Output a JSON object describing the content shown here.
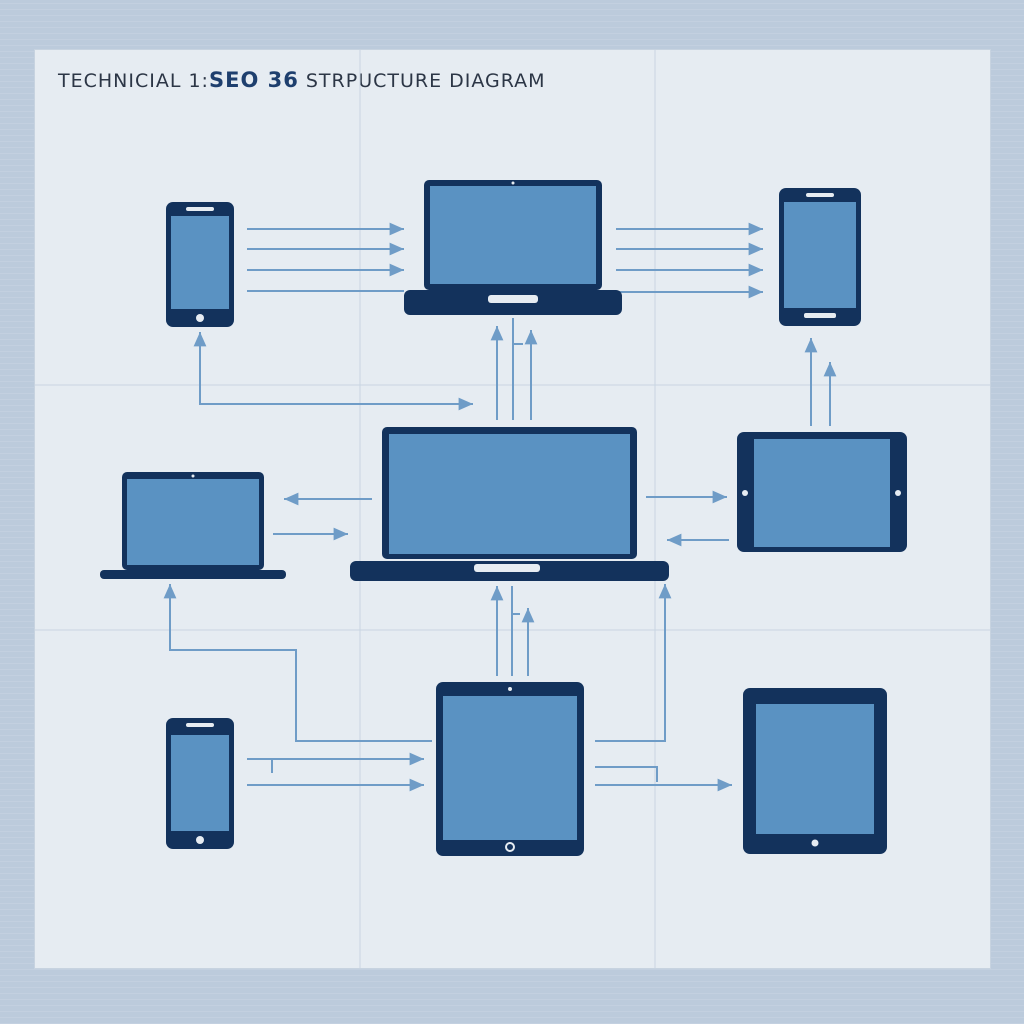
{
  "title": {
    "prefix": "TECHNICIAL 1:",
    "highlight": "SEO 36",
    "suffix": "STRPUCTURE DIAGRAM"
  },
  "colors": {
    "device_frame": "#13325c",
    "device_screen": "#5a92c2",
    "arrow": "#6f9cc7",
    "board": "#e6ecf2",
    "background": "#bccbdc",
    "title_text": "#2c3646",
    "title_highlight": "#1e3f6e"
  },
  "nodes": [
    {
      "id": "phone-top-left",
      "kind": "phone"
    },
    {
      "id": "laptop-top-center",
      "kind": "laptop"
    },
    {
      "id": "phone-top-right",
      "kind": "phone"
    },
    {
      "id": "laptop-middle-left",
      "kind": "laptop"
    },
    {
      "id": "laptop-center-hub",
      "kind": "laptop"
    },
    {
      "id": "tablet-middle-right",
      "kind": "tablet-landscape"
    },
    {
      "id": "phone-bottom-left",
      "kind": "phone"
    },
    {
      "id": "tablet-bottom-center",
      "kind": "tablet"
    },
    {
      "id": "tablet-bottom-right",
      "kind": "tablet"
    }
  ]
}
